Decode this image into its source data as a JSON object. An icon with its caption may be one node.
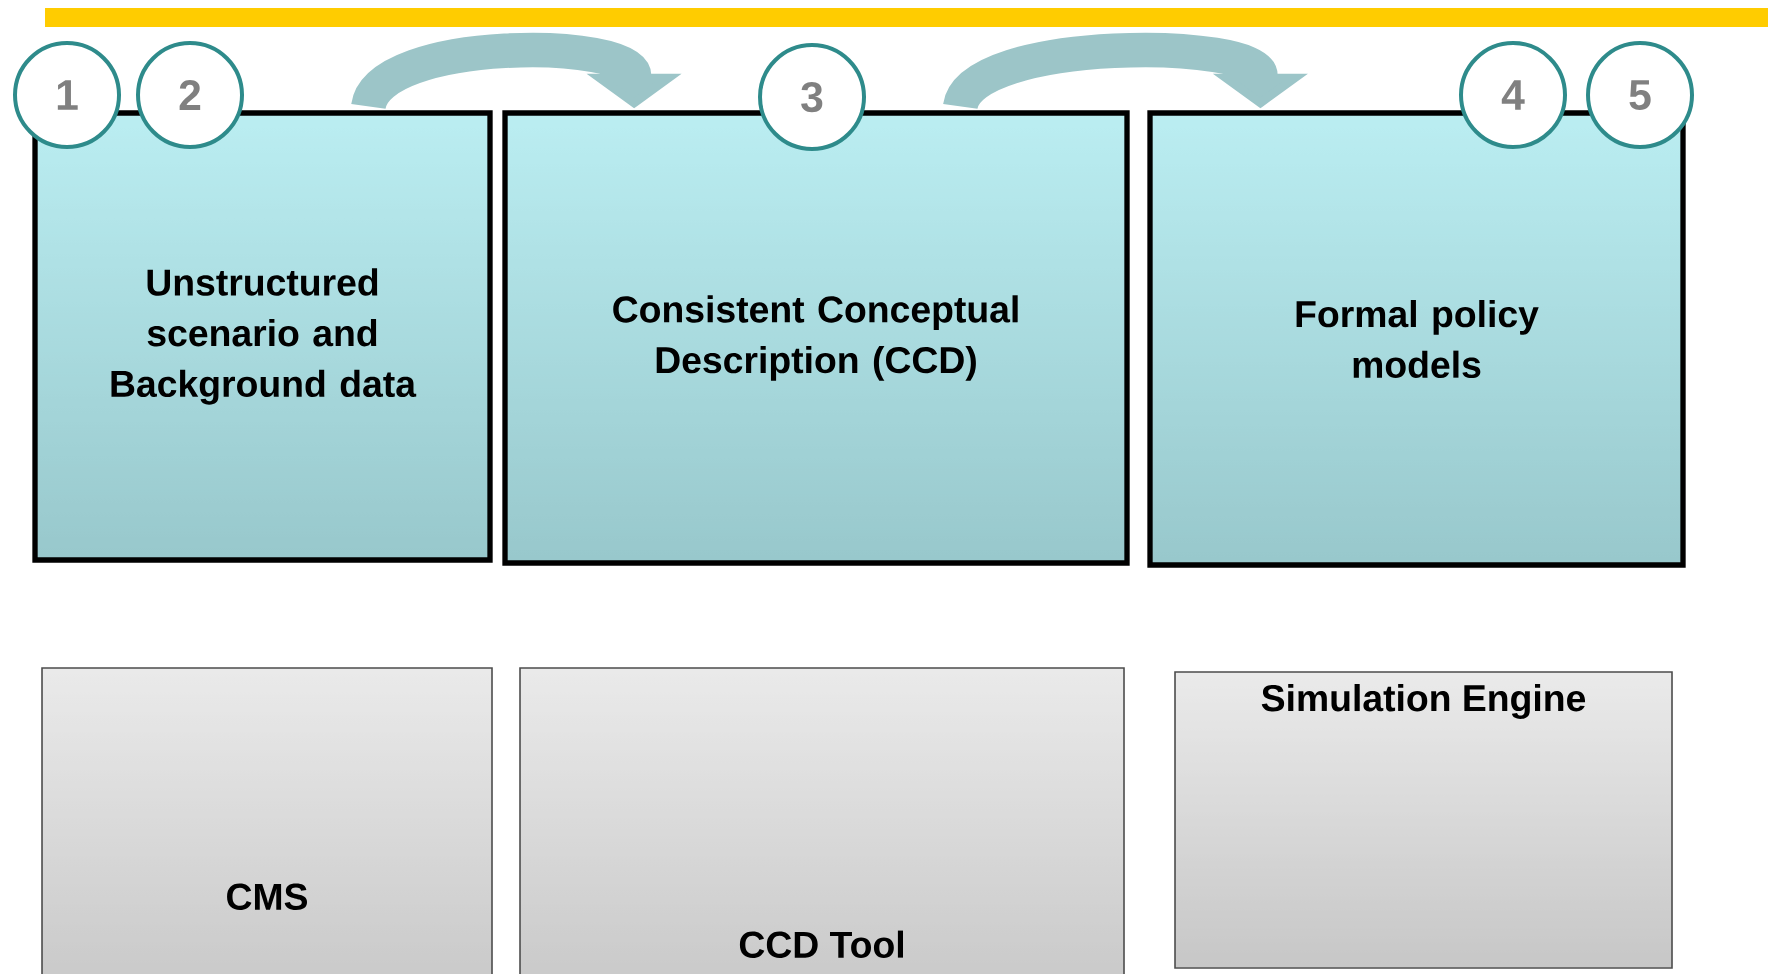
{
  "diagram": {
    "nodes": [
      {
        "text": [
          "Unstructured scenario and Background data"
        ]
      },
      {
        "text": [
          "Consistent Conceptual Description (CCD)"
        ]
      },
      {
        "text": [
          "Formal policy models"
        ]
      },
      {
        "text": [
          "1"
        ]
      },
      {
        "text": [
          "2"
        ]
      },
      {
        "text": [
          "3"
        ]
      },
      {
        "text": [
          "4"
        ]
      },
      {
        "text": [
          "5"
        ]
      },
      {
        "text": [
          "CMS"
        ]
      },
      {
        "text": [
          "CCD Tool"
        ]
      },
      {
        "text": [
          "Simulation Engine"
        ]
      }
    ],
    "edges": [
      {
        "from": 0,
        "to": 1,
        "arrow": "to"
      },
      {
        "from": 1,
        "to": 2,
        "arrow": "to"
      }
    ]
  }
}
